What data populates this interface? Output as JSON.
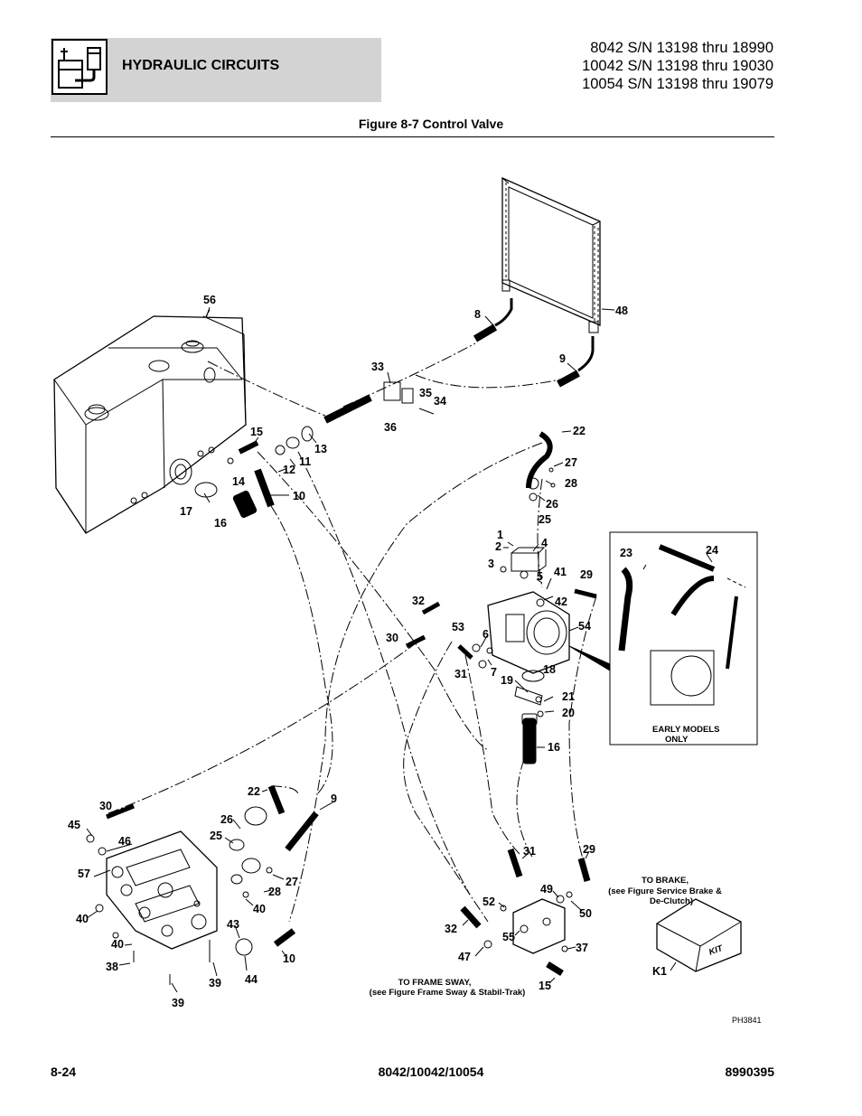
{
  "header": {
    "title": "HYDRAULIC CIRCUITS",
    "icon": "hydraulic-tank-icon",
    "serials": [
      "8042 S/N 13198 thru 18990",
      "10042 S/N 13198 thru 19030",
      "10054 S/N 13198 thru 19079"
    ]
  },
  "figure": {
    "title": "Figure 8-7 Control Valve",
    "photo_ref": "PH3841",
    "notes": {
      "early_models_1": "EARLY MODELS",
      "early_models_2": "ONLY",
      "to_brake_1": "TO BRAKE,",
      "to_brake_2": "(see Figure Service Brake &",
      "to_brake_3": "De-Clutch)",
      "to_frame_sway_1": "TO FRAME SWAY,",
      "to_frame_sway_2": "(see Figure Frame Sway & Stabil-Trak)",
      "kit_label": "KIT"
    },
    "callouts": {
      "c56": "56",
      "c48": "48",
      "c8": "8",
      "c9a": "9",
      "c33": "33",
      "c35": "35",
      "c34": "34",
      "c36": "36",
      "c15a": "15",
      "c13": "13",
      "c11": "11",
      "c12": "12",
      "c14": "14",
      "c10a": "10",
      "c17": "17",
      "c16a": "16",
      "c22a": "22",
      "c27a": "27",
      "c28a": "28",
      "c26a": "26",
      "c25a": "25",
      "c1": "1",
      "c2": "2",
      "c4": "4",
      "c3": "3",
      "c5": "5",
      "c41": "41",
      "c29a": "29",
      "c42": "42",
      "c32a": "32",
      "c53": "53",
      "c30a": "30",
      "c6": "6",
      "c54": "54",
      "c31a": "31",
      "c7": "7",
      "c18": "18",
      "c19": "19",
      "c21": "21",
      "c20": "20",
      "c16b": "16",
      "c23": "23",
      "c24": "24",
      "c30b": "30",
      "c45": "45",
      "c46": "46",
      "c57": "57",
      "c40a": "40",
      "c40b": "40",
      "c40c": "40",
      "c38": "38",
      "c39a": "39",
      "c39b": "39",
      "c22b": "22",
      "c9b": "9",
      "c26b": "26",
      "c25b": "25",
      "c27b": "27",
      "c28b": "28",
      "c43": "43",
      "c44": "44",
      "c10b": "10",
      "c31b": "31",
      "c29b": "29",
      "c52": "52",
      "c49": "49",
      "c50": "50",
      "c32b": "32",
      "c47": "47",
      "c55": "55",
      "c37": "37",
      "c15b": "15",
      "cK1": "K1"
    }
  },
  "footer": {
    "page": "8-24",
    "models": "8042/10042/10054",
    "part_number": "8990395"
  }
}
